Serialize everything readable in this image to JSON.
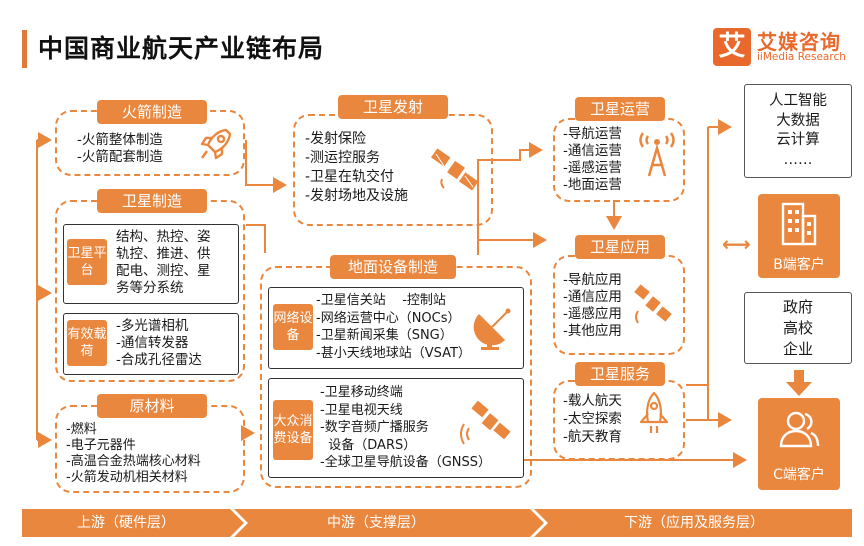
{
  "title": "中国商业航天产业链布局",
  "brand": {
    "mark": "艾",
    "name_cn": "艾媒咨询",
    "name_en": "iiMedia Research",
    "color": "#e9692c"
  },
  "upstream": {
    "rocket": {
      "title": "火箭制造",
      "items": [
        "-火箭整体制造",
        "-火箭配套制造"
      ]
    },
    "satellite": {
      "title": "卫星制造",
      "platform": {
        "label": "卫星平台",
        "lines": [
          "结构、热控、姿",
          "轨控、推进、供",
          "配电、测控、星",
          "务等分系统"
        ]
      },
      "payload": {
        "label": "有效载荷",
        "items": [
          "-多光谱相机",
          "-通信转发器",
          "-合成孔径雷达"
        ]
      }
    },
    "materials": {
      "title": "原材料",
      "items": [
        "-燃料",
        "-电子元器件",
        "-高温合金热端核心材料",
        "-火箭发动机相关材料"
      ]
    }
  },
  "midstream": {
    "launch": {
      "title": "卫星发射",
      "items": [
        "-发射保险",
        "-测运控服务",
        "-卫星在轨交付",
        "-发射场地及设施"
      ]
    },
    "ground": {
      "title": "地面设备制造",
      "network": {
        "label": "网络设备",
        "items": [
          "-卫星信关站    -控制站",
          "-网络运营中心（NOCs）",
          "-卫星新闻采集（SNG）",
          "-甚小天线地球站（VSAT）"
        ]
      },
      "consumer": {
        "label": "大众消费设备",
        "items": [
          "-卫星移动终端",
          "-卫星电视天线",
          "-数字音频广播服务",
          "  设备（DARS）",
          "-全球卫星导航设备（GNSS）"
        ]
      }
    }
  },
  "downstream": {
    "ops": {
      "title": "卫星运营",
      "items": [
        "-导航运营",
        "-通信运营",
        "-遥感运营",
        "-地面运营"
      ]
    },
    "apps": {
      "title": "卫星应用",
      "items": [
        "-导航应用",
        "-通信应用",
        "-遥感应用",
        "-其他应用"
      ]
    },
    "services": {
      "title": "卫星服务",
      "items": [
        "-载人航天",
        "-太空探索",
        "-航天教育"
      ]
    }
  },
  "customers": {
    "tech": [
      "人工智能",
      "大数据",
      "云计算",
      "……"
    ],
    "b_label": "B端客户",
    "orgs": [
      "政府",
      "高校",
      "企业"
    ],
    "c_label": "C端客户",
    "double_arrow": "⟷"
  },
  "footer": {
    "upstream": "上游（硬件层）",
    "midstream": "中游（支撑层）",
    "downstream": "下游（应用及服务层）"
  },
  "colors": {
    "accent": "#e9873f",
    "footer": "#e9873f",
    "title_bar": "#e07a3c"
  }
}
